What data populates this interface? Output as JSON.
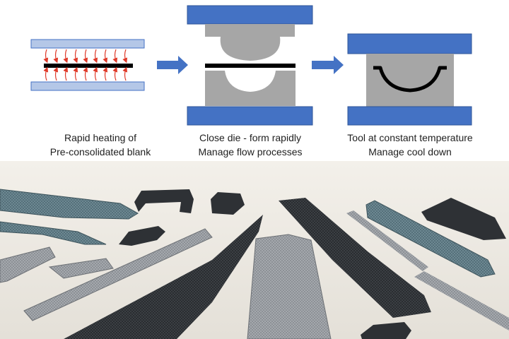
{
  "colors": {
    "press_blue": "#4472c4",
    "press_blue_light": "#b4c7e7",
    "tool_gray": "#a6a6a6",
    "blank_black": "#000000",
    "heat_arrow_red": "#e03a2a",
    "flow_arrow_blue": "#4472c4"
  },
  "steps": [
    {
      "line1": "Rapid heating of",
      "line2": "Pre-consolidated blank"
    },
    {
      "line1": "Close die - form rapidly",
      "line2": "Manage flow processes"
    },
    {
      "line1": "Tool at constant temperature",
      "line2": "Manage cool down"
    }
  ],
  "photo": {
    "subject": "assorted formed carbon-fiber composite parts"
  }
}
